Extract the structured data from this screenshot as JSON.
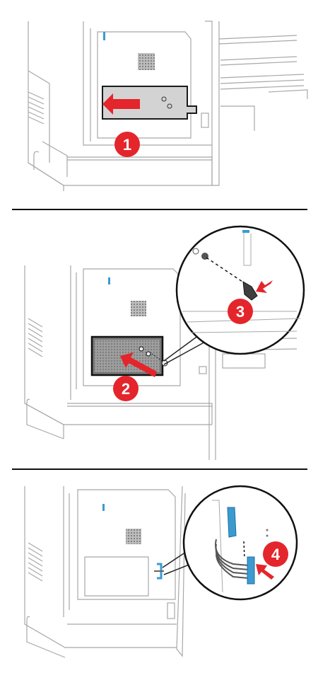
{
  "steps": [
    {
      "number": "1"
    },
    {
      "number": "2",
      "callout_number": "3"
    },
    {
      "number": "4"
    }
  ],
  "colors": {
    "accent_red": "#e4252b",
    "line_gray": "#9a9a9a",
    "blue_clip": "#3b9bd0",
    "dark_board": "#5a5a5a"
  }
}
